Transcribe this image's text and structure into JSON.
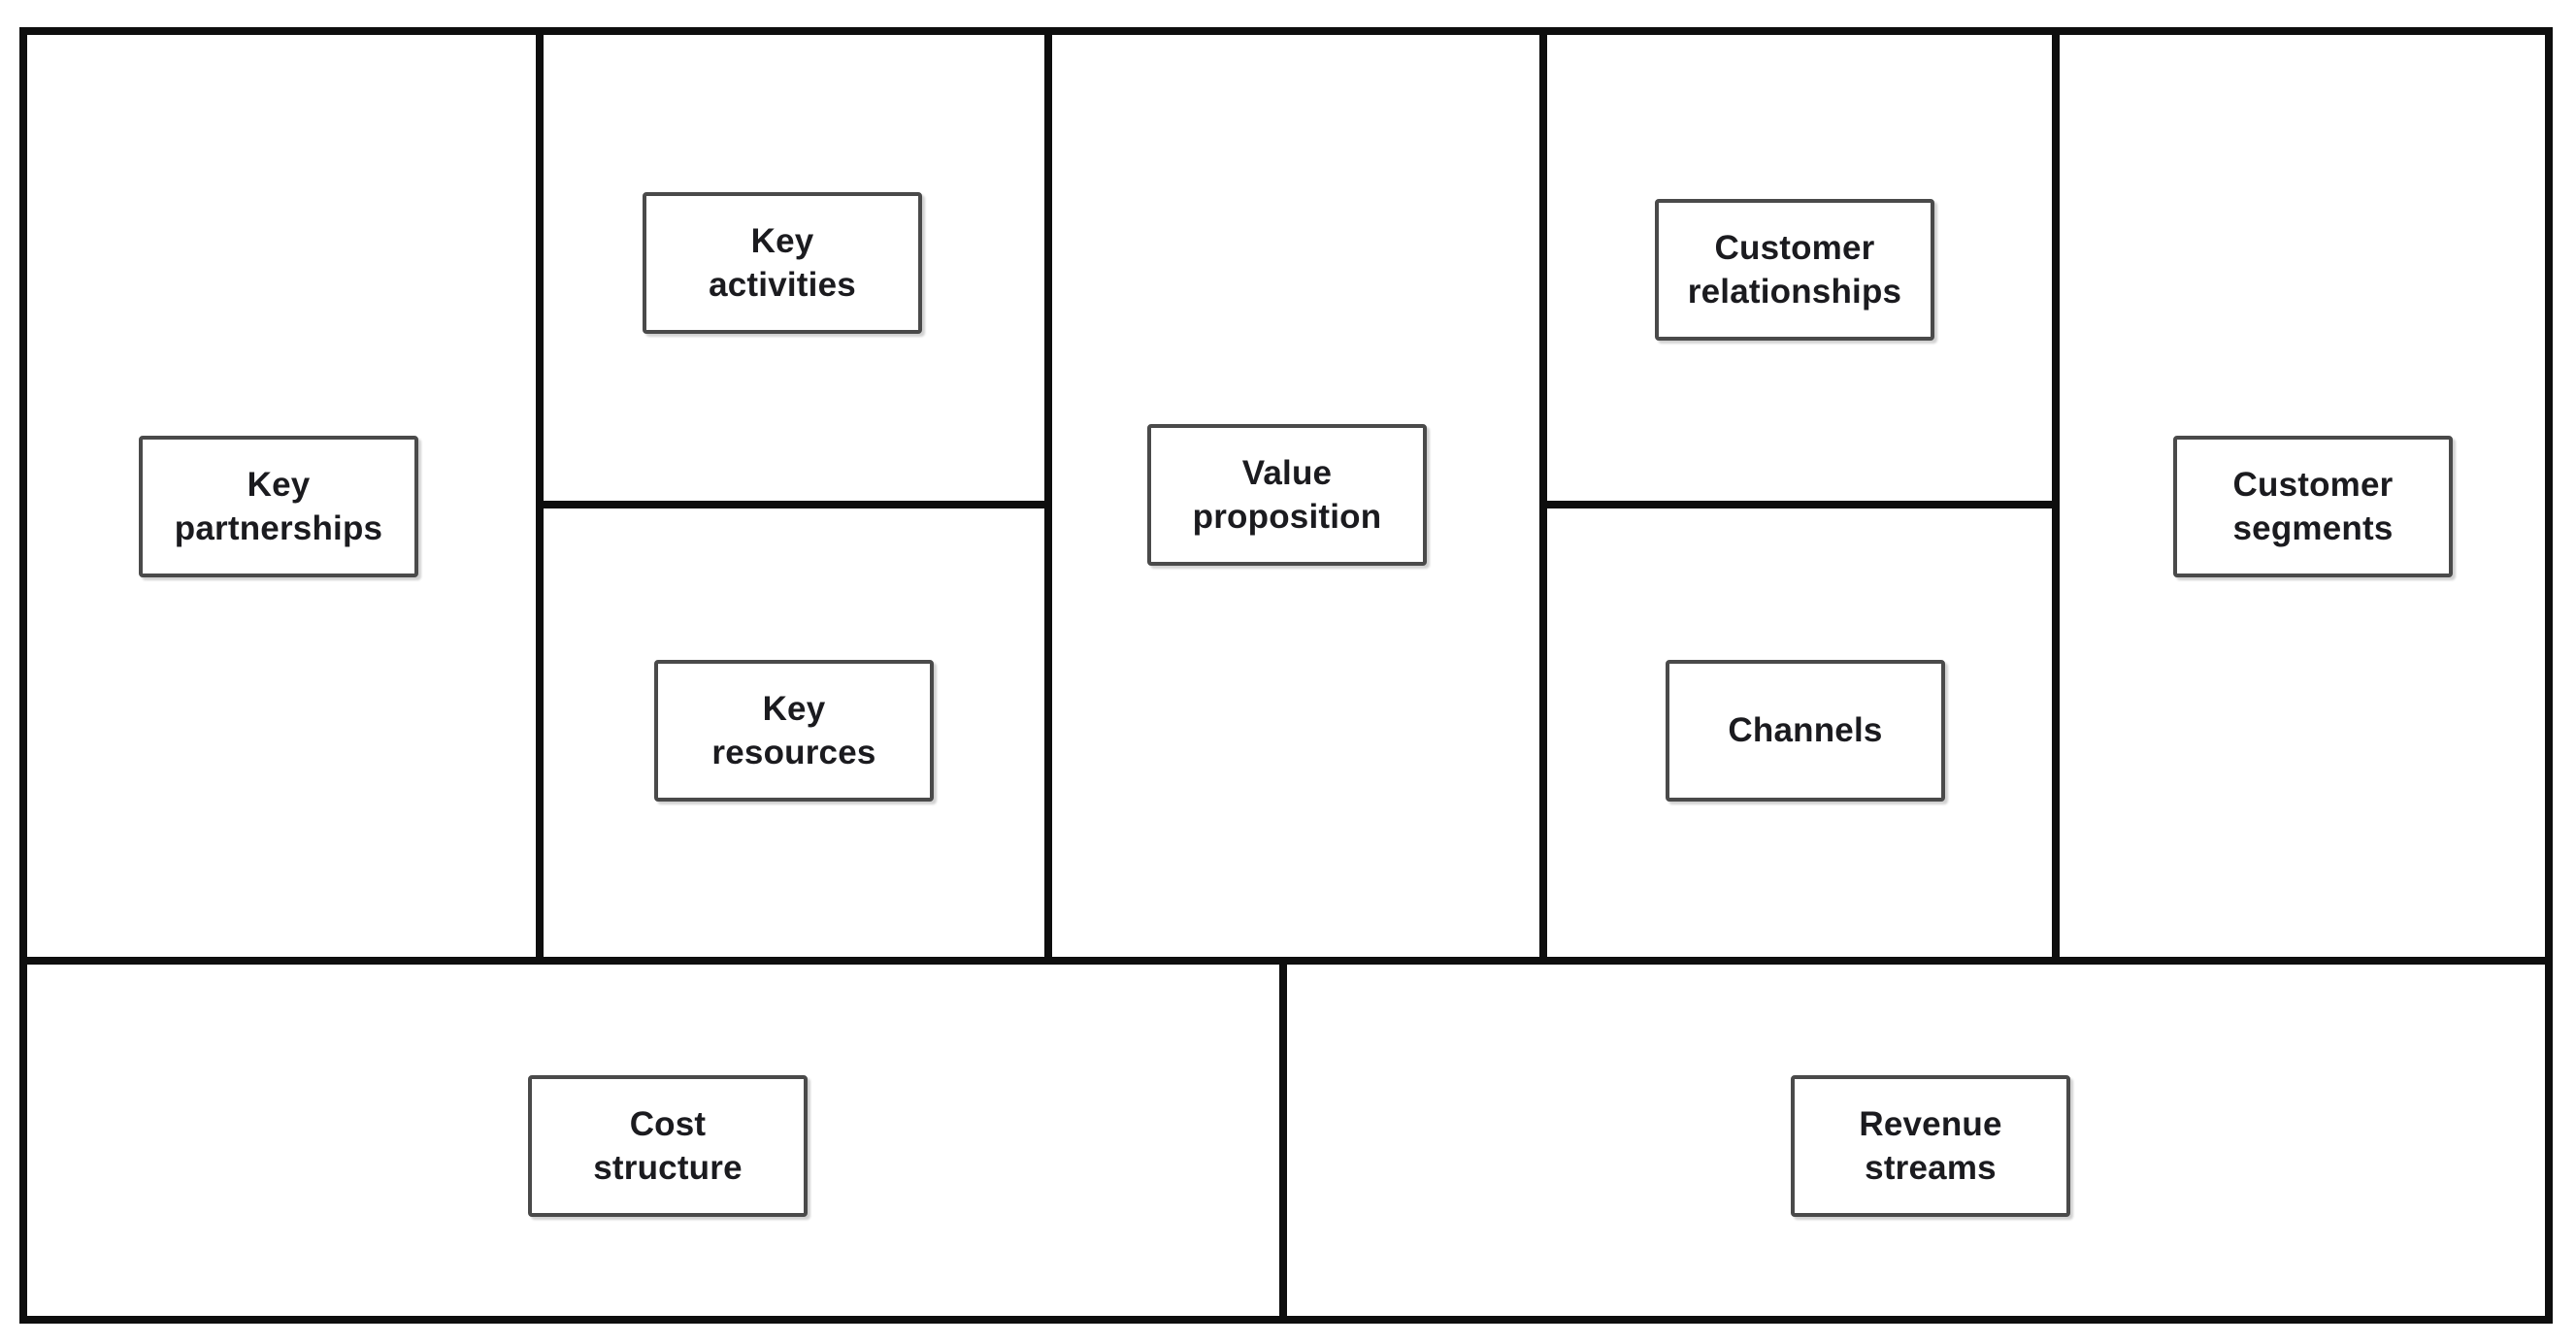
{
  "colors": {
    "background": "#ffffff",
    "grid_line": "#0e0e0e",
    "label_box_border": "#4a4a4a",
    "label_text": "#1b1b1f"
  },
  "blocks": {
    "key_partnerships": "Key\npartnerships",
    "key_activities": "Key\nactivities",
    "key_resources": "Key\nresources",
    "value_proposition": "Value\nproposition",
    "customer_relationships": "Customer\nrelationships",
    "channels": "Channels",
    "customer_segments": "Customer\nsegments",
    "cost_structure": "Cost\nstructure",
    "revenue_streams": "Revenue\nstreams"
  }
}
